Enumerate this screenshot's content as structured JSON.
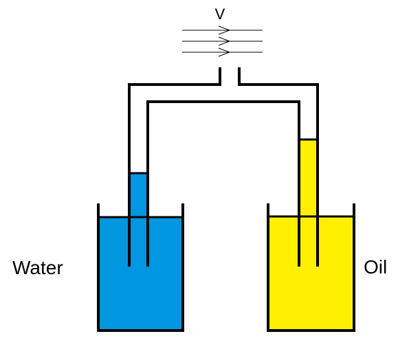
{
  "labels": {
    "velocity": "V",
    "left_container": "Water",
    "right_container": "Oil"
  },
  "colors": {
    "water": "#0096E0",
    "oil": "#FFF000",
    "line": "#000000",
    "background": "#FFFFFF"
  },
  "icons": {
    "flow_arrows": "right-arrows-icon"
  }
}
